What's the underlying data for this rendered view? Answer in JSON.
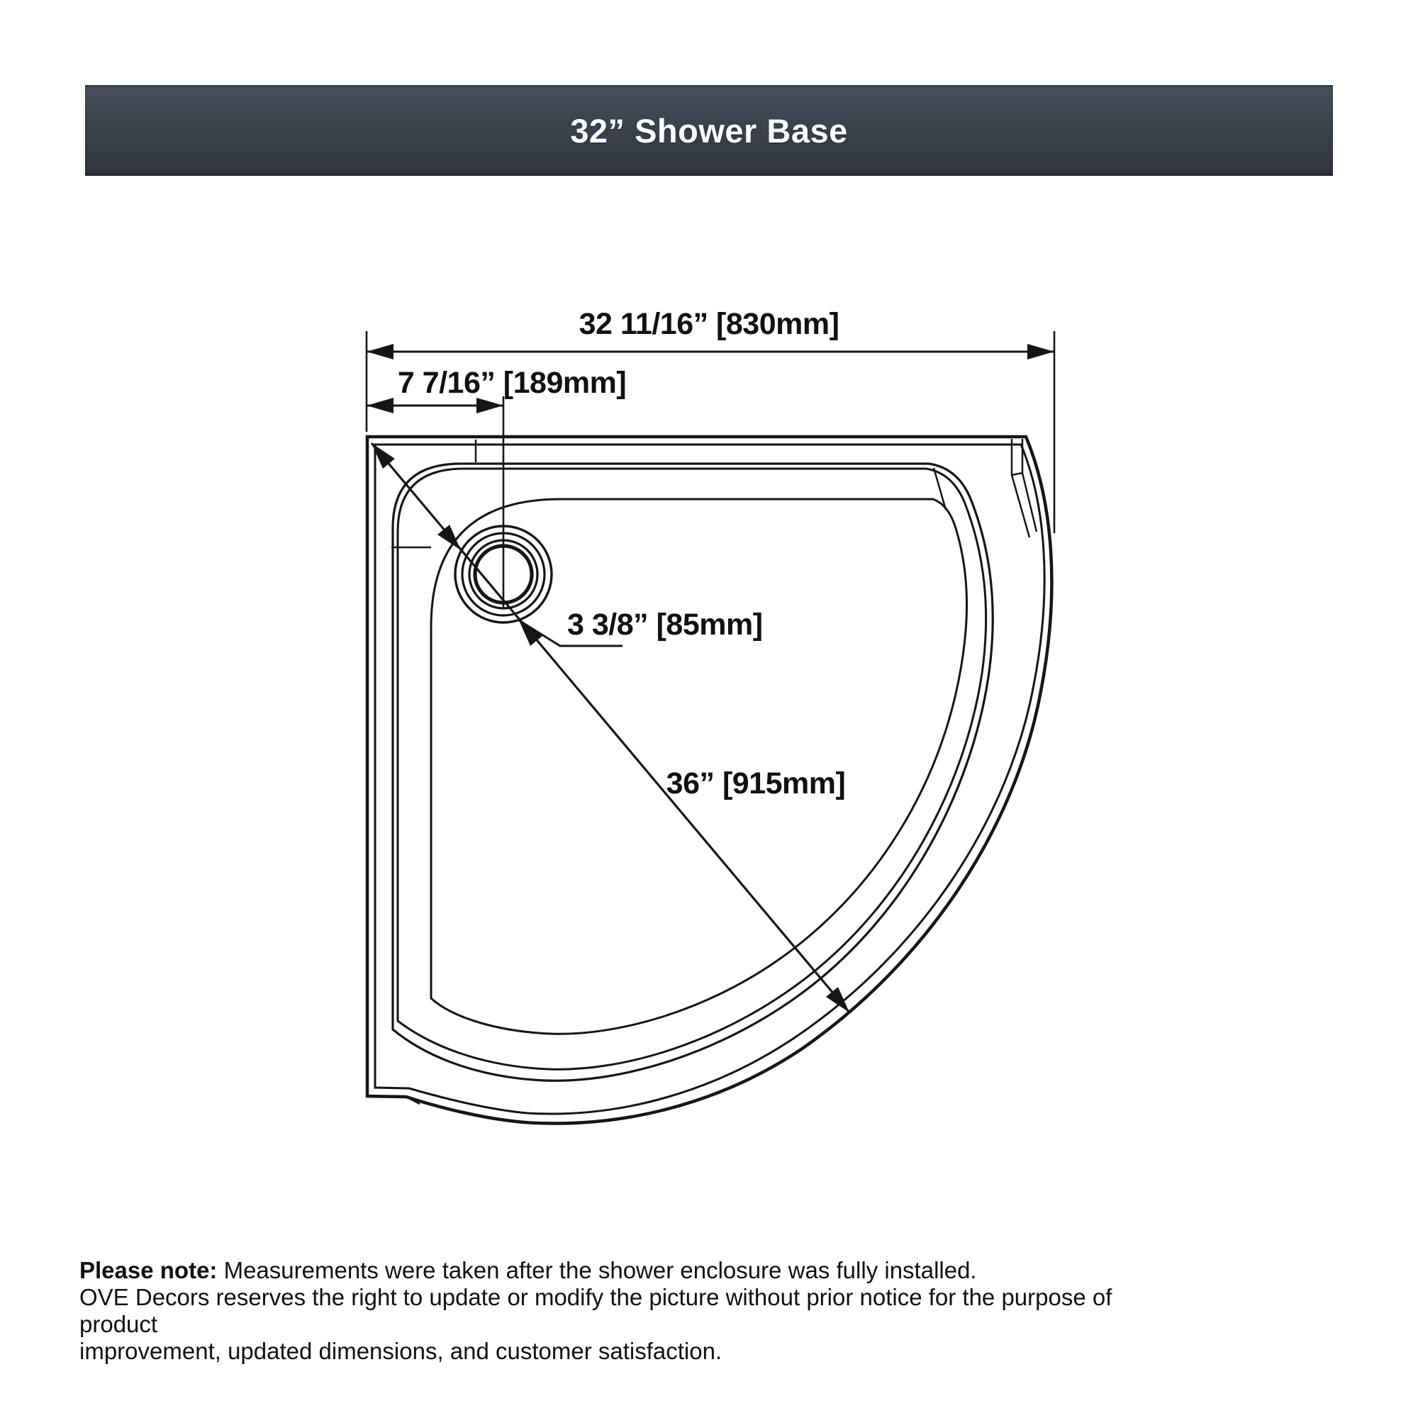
{
  "header": {
    "title": "32” Shower Base"
  },
  "drawing": {
    "type": "top-view technical drawing of quarter-round corner shower base with drain",
    "dim_overall_width": "32 11/16” [830mm]",
    "dim_drain_offset": "7 7/16” [189mm]",
    "dim_drain_diameter": "3 3/8” [85mm]",
    "dim_diagonal": "36” [915mm]"
  },
  "colors": {
    "header_bg": "#3b434d",
    "header_text": "#ffffff",
    "line": "#161616",
    "background": "#ffffff"
  },
  "footnote": {
    "bold_label": "Please note:",
    "line1_rest": " Measurements were taken after the shower enclosure was fully installed.",
    "line2": "OVE Decors reserves the right to update or modify the picture without prior notice for the purpose of product",
    "line3": "improvement, updated dimensions, and customer satisfaction."
  }
}
